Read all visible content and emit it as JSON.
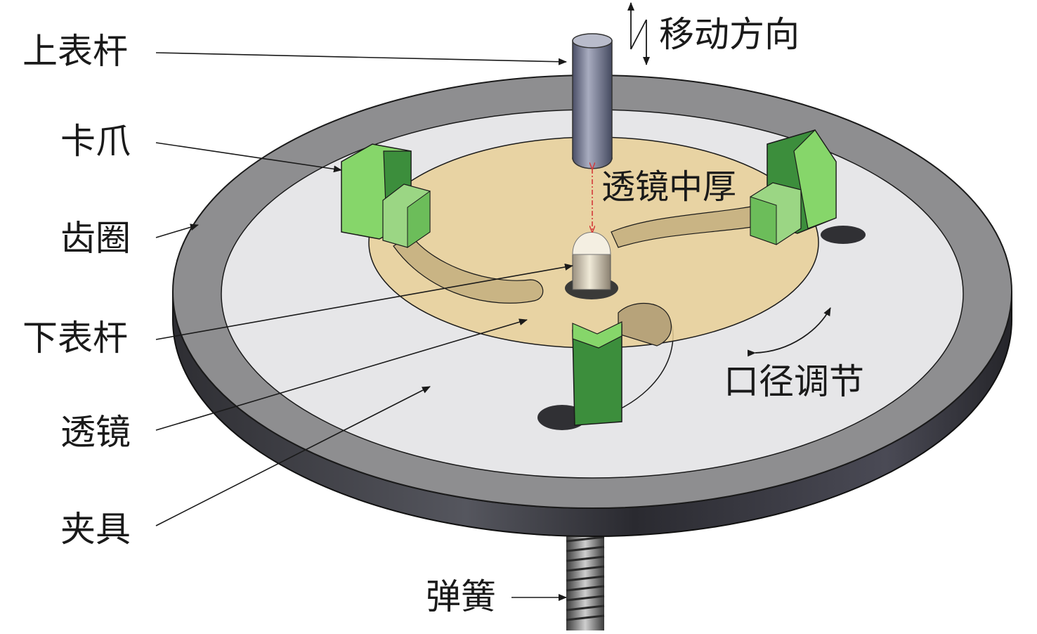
{
  "labels": {
    "upper_rod": "上表杆",
    "jaw": "卡爪",
    "gear_ring": "齿圈",
    "lower_rod": "下表杆",
    "lens": "透镜",
    "fixture": "夹具",
    "spring": "弹簧",
    "move_direction": "移动方向",
    "lens_center_thickness": "透镜中厚",
    "aperture_adjust": "口径调节"
  },
  "colors": {
    "ring_top": "#8e8e90",
    "ring_side": "#3a3a40",
    "plate": "#e6e6e8",
    "lens": "#e8cf96",
    "jaw_light": "#86d66a",
    "jaw_dark": "#3c8e3c",
    "rod": "#6a6f88",
    "dimension_line": "#d43a3a"
  }
}
